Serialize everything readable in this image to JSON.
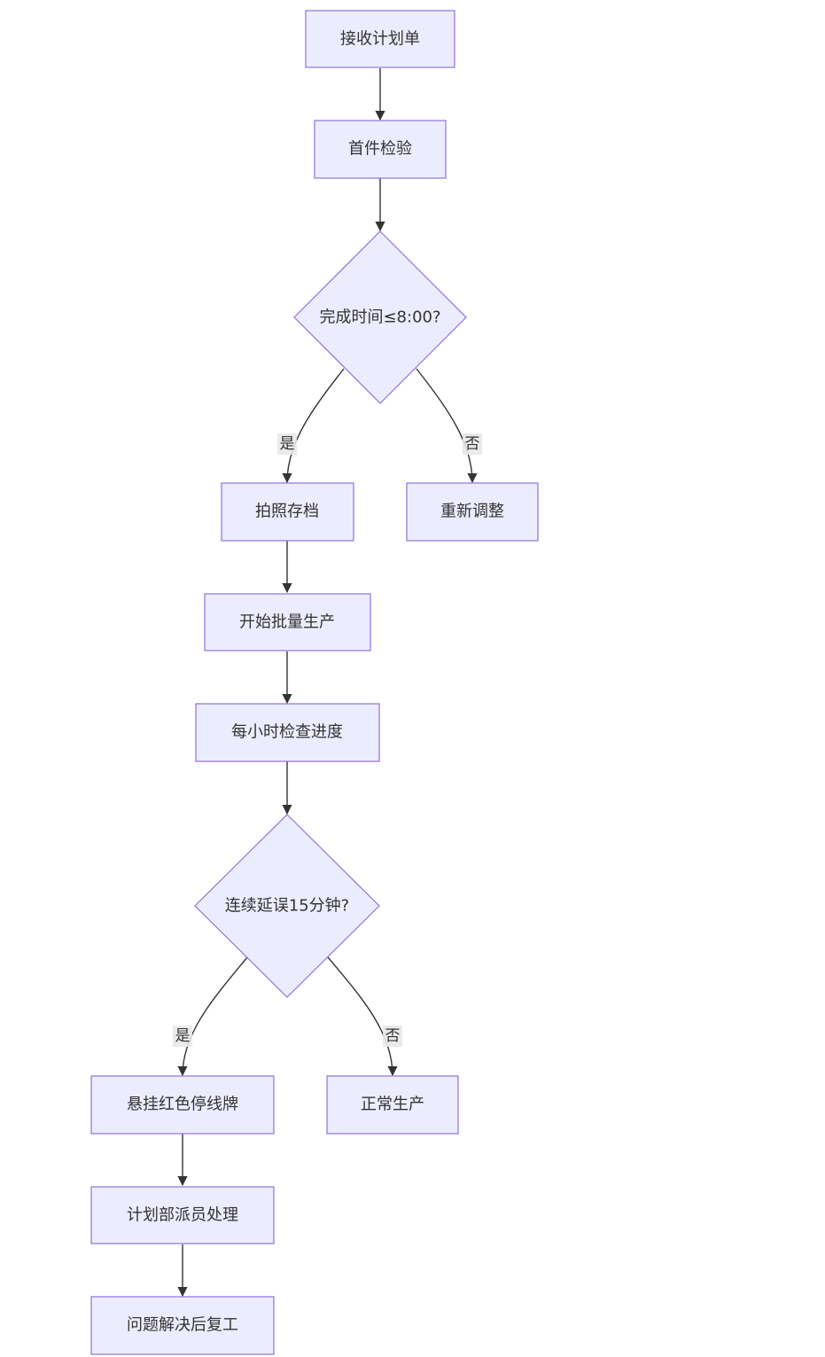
{
  "nodes": {
    "receive_plan": "接收计划单",
    "first_inspection": "首件检验",
    "time_check": "完成时间≤8:00?",
    "photo_archive": "拍照存档",
    "readjust": "重新调整",
    "start_batch": "开始批量生产",
    "hourly_check": "每小时检查进度",
    "delay_check": "连续延误15分钟?",
    "hang_red_sign": "悬挂红色停线牌",
    "normal_production": "正常生产",
    "planning_dispatch": "计划部派员处理",
    "resume_work": "问题解决后复工"
  },
  "edge_labels": {
    "time_yes": "是",
    "time_no": "否",
    "delay_yes": "是",
    "delay_no": "否"
  },
  "colors": {
    "node_fill": "#ececff",
    "node_stroke": "#9370db",
    "edge": "#333333",
    "text": "#333333"
  }
}
